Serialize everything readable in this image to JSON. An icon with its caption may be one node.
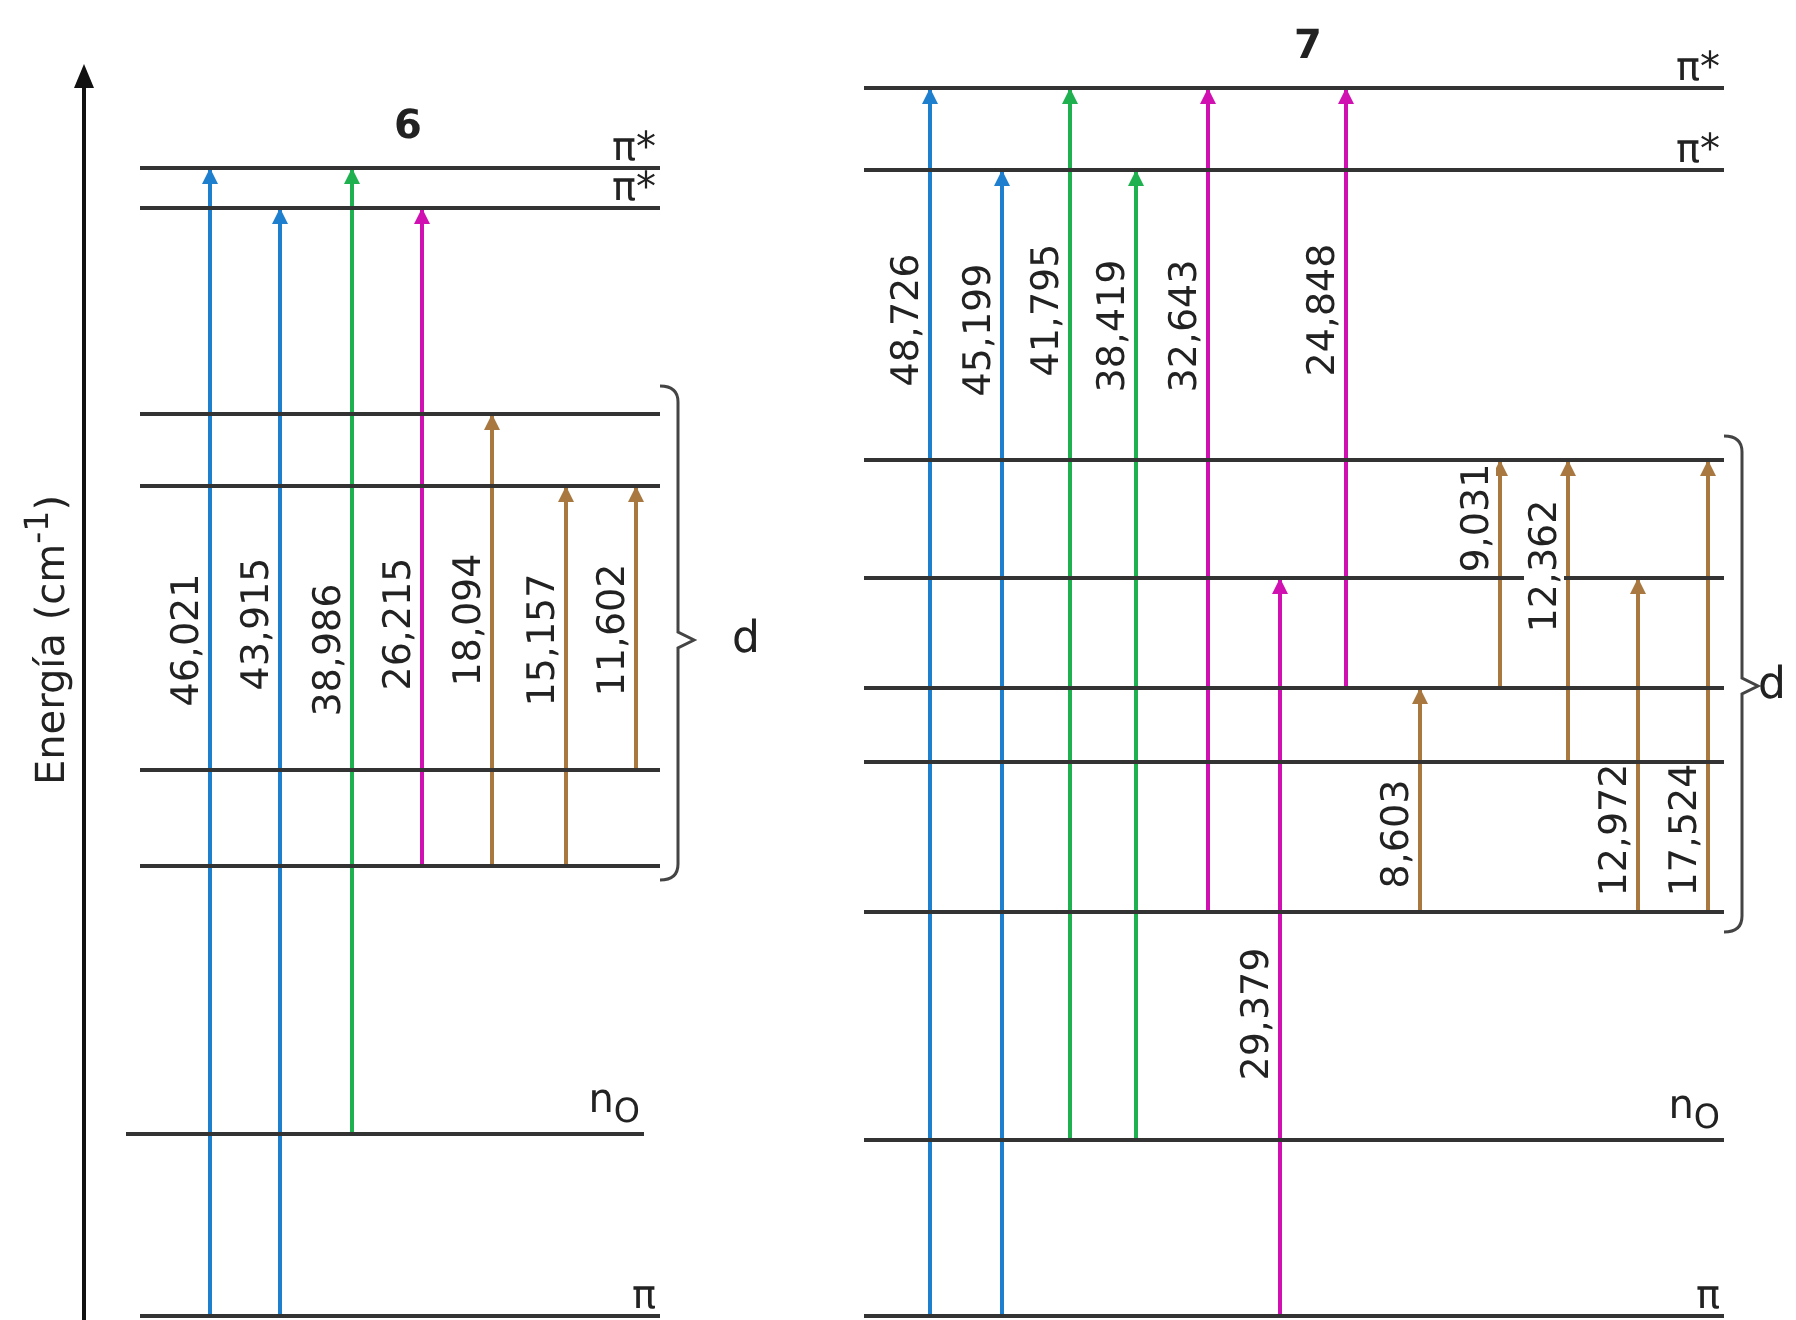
{
  "diagram": {
    "nodes": [
      {
        "text": [
          "π*"
        ]
      },
      {
        "text": [
          "π*"
        ]
      },
      {
        "text": [],
        "shape": "bar"
      },
      {
        "text": [],
        "shape": "bar"
      },
      {
        "text": [],
        "shape": "bar"
      },
      {
        "text": [],
        "shape": "bar"
      },
      {
        "text": [
          "n$_{O}$"
        ]
      },
      {
        "text": [
          "π"
        ]
      },
      {
        "text": [
          "π*"
        ]
      },
      {
        "text": [
          "π*"
        ]
      },
      {
        "text": [],
        "shape": "bar"
      },
      {
        "text": [],
        "shape": "bar"
      },
      {
        "text": [],
        "shape": "bar"
      },
      {
        "text": [],
        "shape": "bar"
      },
      {
        "text": [],
        "shape": "bar"
      },
      {
        "text": [
          "n$_{O}$"
        ]
      },
      {
        "text": [
          "π"
        ]
      }
    ],
    "edges": [
      {
        "from": 7,
        "to": 0,
        "arrow": "to",
        "label": "46,021",
        "color": "#1f7fcf"
      },
      {
        "from": 7,
        "to": 1,
        "arrow": "to",
        "label": "43,915",
        "color": "#1f7fcf"
      },
      {
        "from": 6,
        "to": 0,
        "arrow": "to",
        "label": "38,986",
        "color": "#1fb050"
      },
      {
        "from": 5,
        "to": 1,
        "arrow": "to",
        "label": "26,215",
        "color": "#d010b0"
      },
      {
        "from": 5,
        "to": 2,
        "arrow": "to",
        "label": "18,094",
        "color": "#a87840"
      },
      {
        "from": 5,
        "to": 3,
        "arrow": "to",
        "label": "15,157",
        "color": "#a87840"
      },
      {
        "from": 4,
        "to": 3,
        "arrow": "to",
        "label": "11,602",
        "color": "#a87840"
      },
      {
        "from": 16,
        "to": 8,
        "arrow": "to",
        "label": "48,726",
        "color": "#1f7fcf"
      },
      {
        "from": 16,
        "to": 9,
        "arrow": "to",
        "label": "45,199",
        "color": "#1f7fcf"
      },
      {
        "from": 15,
        "to": 8,
        "arrow": "to",
        "label": "41,795",
        "color": "#1fb050"
      },
      {
        "from": 15,
        "to": 9,
        "arrow": "to",
        "label": "38,419",
        "color": "#1fb050"
      },
      {
        "from": 14,
        "to": 8,
        "arrow": "to",
        "label": "32,643",
        "color": "#d010b0"
      },
      {
        "from": 16,
        "to": 11,
        "arrow": "to",
        "label": "29,379",
        "color": "#d010b0"
      },
      {
        "from": 12,
        "to": 8,
        "arrow": "to",
        "label": "24,848",
        "color": "#d010b0"
      },
      {
        "from": 14,
        "to": 12,
        "arrow": "to",
        "label": "8,603",
        "color": "#a87840"
      },
      {
        "from": 12,
        "to": 10,
        "arrow": "to",
        "label": "9,031",
        "color": "#a87840"
      },
      {
        "from": 13,
        "to": 10,
        "arrow": "to",
        "label": "12,362",
        "color": "#a87840"
      },
      {
        "from": 14,
        "to": 11,
        "arrow": "to",
        "label": "12,972",
        "color": "#a87840"
      },
      {
        "from": 14,
        "to": 10,
        "arrow": "to",
        "label": "17,524",
        "color": "#a87840"
      }
    ],
    "labels": [
      "Energía (cm$^{-1}$)",
      "6",
      "7",
      "d",
      "d"
    ]
  }
}
